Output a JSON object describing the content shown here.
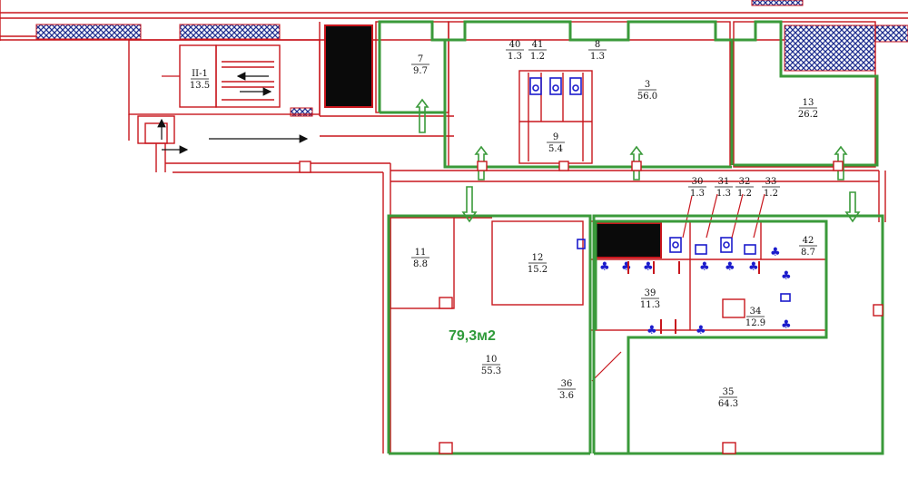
{
  "colors": {
    "wall": "#c8161d",
    "highlight": "#3a9a3a",
    "area_text": "#2f9a3a",
    "fixture": "#1c1ccc",
    "hatch": "#1f2f8f",
    "solid": "#0a0a0a"
  },
  "total_area": "79,3м2",
  "rooms": [
    {
      "id": "II-1",
      "number": "II-1",
      "area": "13.5"
    },
    {
      "id": "7",
      "number": "7",
      "area": "9.7"
    },
    {
      "id": "40",
      "number": "40",
      "area": "1.3"
    },
    {
      "id": "41",
      "number": "41",
      "area": "1.2"
    },
    {
      "id": "8",
      "number": "8",
      "area": "1.3"
    },
    {
      "id": "3",
      "number": "3",
      "area": "56.0"
    },
    {
      "id": "13",
      "number": "13",
      "area": "26.2"
    },
    {
      "id": "9",
      "number": "9",
      "area": "5.4"
    },
    {
      "id": "30",
      "number": "30",
      "area": "1.3"
    },
    {
      "id": "31",
      "number": "31",
      "area": "1.3"
    },
    {
      "id": "32",
      "number": "32",
      "area": "1.2"
    },
    {
      "id": "33",
      "number": "33",
      "area": "1.2"
    },
    {
      "id": "11",
      "number": "11",
      "area": "8.8"
    },
    {
      "id": "12",
      "number": "12",
      "area": "15.2"
    },
    {
      "id": "42",
      "number": "42",
      "area": "8.7"
    },
    {
      "id": "39",
      "number": "39",
      "area": "11.3"
    },
    {
      "id": "34",
      "number": "34",
      "area": "12.9"
    },
    {
      "id": "10",
      "number": "10",
      "area": "55.3"
    },
    {
      "id": "36",
      "number": "36",
      "area": "3.6"
    },
    {
      "id": "35",
      "number": "35",
      "area": "64.3"
    }
  ]
}
